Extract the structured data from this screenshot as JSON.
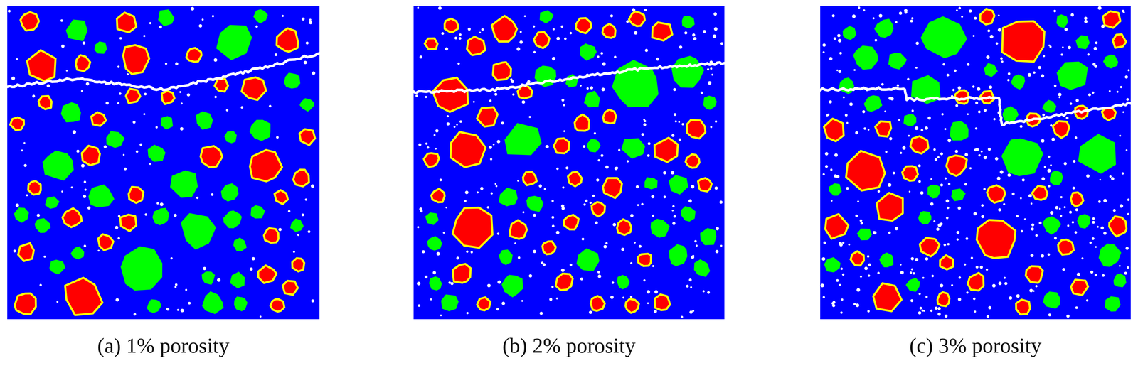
{
  "diagram": {
    "labels": [
      "(a) 1% porosity",
      "(b) 2% porosity",
      "(c) 3% porosity"
    ]
  }
}
